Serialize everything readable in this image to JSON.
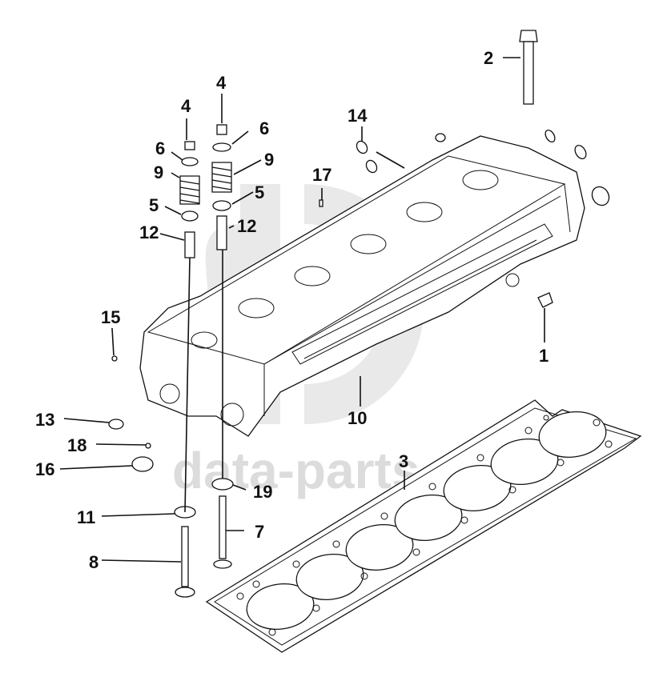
{
  "watermark": {
    "text": "data-parts",
    "color": "#d9d9d9"
  },
  "callouts": [
    {
      "id": "c1",
      "label": "1"
    },
    {
      "id": "c2",
      "label": "2"
    },
    {
      "id": "c3",
      "label": "3"
    },
    {
      "id": "c4a",
      "label": "4"
    },
    {
      "id": "c4b",
      "label": "4"
    },
    {
      "id": "c5a",
      "label": "5"
    },
    {
      "id": "c5b",
      "label": "5"
    },
    {
      "id": "c6a",
      "label": "6"
    },
    {
      "id": "c6b",
      "label": "6"
    },
    {
      "id": "c7",
      "label": "7"
    },
    {
      "id": "c8",
      "label": "8"
    },
    {
      "id": "c9a",
      "label": "9"
    },
    {
      "id": "c9b",
      "label": "9"
    },
    {
      "id": "c10",
      "label": "10"
    },
    {
      "id": "c11",
      "label": "11"
    },
    {
      "id": "c12a",
      "label": "12"
    },
    {
      "id": "c12b",
      "label": "12"
    },
    {
      "id": "c13",
      "label": "13"
    },
    {
      "id": "c14",
      "label": "14"
    },
    {
      "id": "c15",
      "label": "15"
    },
    {
      "id": "c16",
      "label": "16"
    },
    {
      "id": "c17",
      "label": "17"
    },
    {
      "id": "c18",
      "label": "18"
    },
    {
      "id": "c19",
      "label": "19"
    }
  ]
}
